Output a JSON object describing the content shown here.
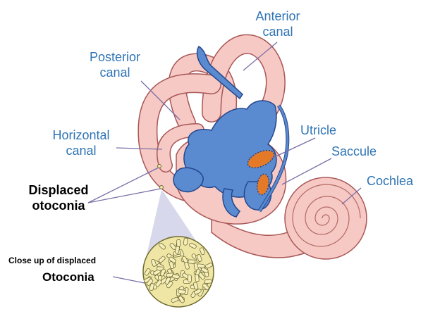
{
  "labels": {
    "anterior": [
      "Anterior",
      "canal"
    ],
    "posterior": [
      "Posterior",
      "canal"
    ],
    "horizontal": [
      "Horizontal",
      "canal"
    ],
    "utricle": "Utricle",
    "saccule": "Saccule",
    "cochlea": "Cochlea",
    "displaced": [
      "Displaced",
      "otoconia"
    ],
    "closeup": "Close up of displaced",
    "otoconia": "Otoconia"
  },
  "colors": {
    "label_blue": "#2f74b5",
    "membrane_pink": "#f6c9c4",
    "membrane_outline": "#a85656",
    "labyrinth_blue": "#5a8ad0",
    "labyrinth_outline": "#24478c",
    "macula_orange": "#e47a28",
    "crystal_fill": "#efe6a6",
    "crystal_outline": "#6e6a2e"
  },
  "icons": [
    "inner-ear-illustration",
    "otoconia-cluster-icon"
  ]
}
